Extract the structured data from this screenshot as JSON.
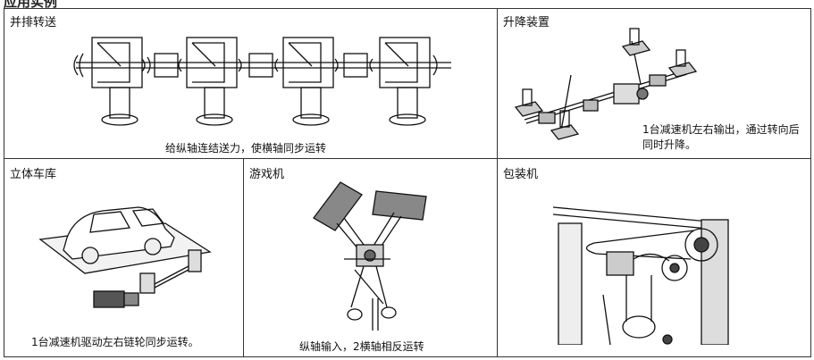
{
  "page_heading": "应用实例",
  "cells": {
    "parallel": {
      "title": "并排转送",
      "caption": "给纵轴连结送力，使横轴同步运转"
    },
    "lift": {
      "title": "升降装置",
      "caption_line1": "1台减速机左右输出，通过转向后",
      "caption_line2": "同时升降。"
    },
    "garage": {
      "title": "立体车库",
      "caption": "1台减速机驱动左右链轮同步运转。"
    },
    "game": {
      "title": "游戏机",
      "caption": "纵轴输入，2横轴相反运转"
    },
    "packaging": {
      "title": "包装机"
    }
  },
  "colors": {
    "ink": "#111111",
    "border": "#333333"
  }
}
